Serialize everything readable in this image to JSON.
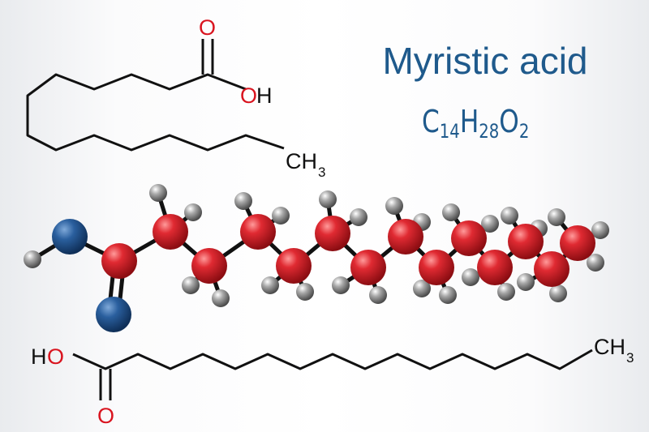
{
  "title": "Myristic acid",
  "formula": {
    "parts": [
      {
        "symbol": "C",
        "count": "14"
      },
      {
        "symbol": "H",
        "count": "28"
      },
      {
        "symbol": "O",
        "count": "2"
      }
    ]
  },
  "skeletal_top": {
    "atoms": {
      "carbonyl_o": "O",
      "hydroxyl_o": "O",
      "hydroxyl_h": "H",
      "methyl_c": "CH",
      "methyl_sub": "3"
    }
  },
  "skeletal_bottom": {
    "atoms": {
      "ho_h": "H",
      "ho_o": "O",
      "carbonyl_o": "O",
      "methyl_c": "CH",
      "methyl_sub": "3"
    }
  },
  "colors": {
    "title": "#1f5a8c",
    "oxygen_label": "#d9141f",
    "bond": "#111111",
    "carbon_atom": "#d8202a",
    "oxygen_atom": "#1d4d86",
    "hydrogen_atom": "#8f8f8f"
  },
  "ball_model": {
    "atom_types": [
      "carbon-atom",
      "oxygen-atom",
      "hydrogen-atom"
    ]
  }
}
